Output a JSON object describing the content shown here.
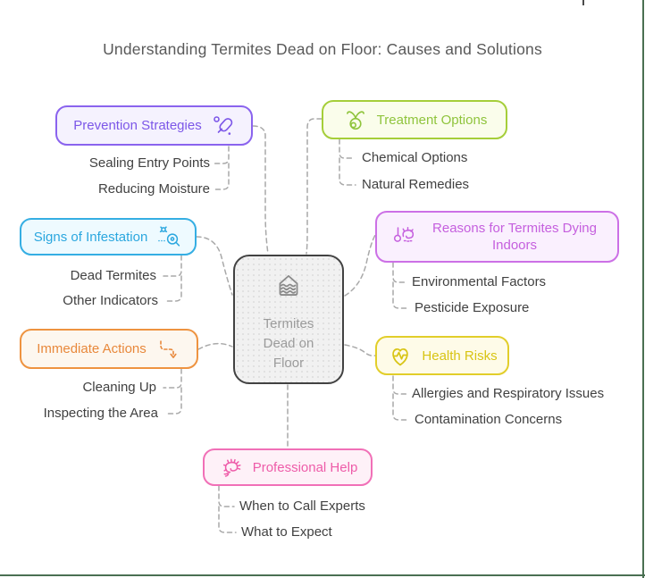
{
  "title": "Understanding Termites Dead on Floor: Causes and Solutions",
  "center": {
    "label": "Termites Dead on Floor",
    "icon": "flooded-house-icon",
    "border_color": "#424242",
    "text_color": "#9b9b9b"
  },
  "branches": [
    {
      "id": "prevention",
      "label": "Prevention Strategies",
      "icon": "sealant-roller-icon",
      "accent": "#8a63ee",
      "bg": "#f5f2fe",
      "children": [
        "Sealing Entry Points",
        "Reducing Moisture"
      ]
    },
    {
      "id": "treatment",
      "label": "Treatment Options",
      "icon": "bug-icon",
      "accent": "#a5ce39",
      "bg": "#fafdeb",
      "children": [
        "Chemical Options",
        "Natural Remedies"
      ]
    },
    {
      "id": "signs",
      "label": "Signs of Infestation",
      "icon": "bug-magnifier-icon",
      "accent": "#35aee3",
      "bg": "#eefaff",
      "children": [
        "Dead Termites",
        "Other Indicators"
      ]
    },
    {
      "id": "reasons",
      "label": "Reasons for Termites Dying Indoors",
      "icon": "dead-bug-icon",
      "accent": "#cc70e6",
      "bg": "#faf0fe",
      "children": [
        "Environmental Factors",
        "Pesticide Exposure"
      ]
    },
    {
      "id": "immediate",
      "label": "Immediate Actions",
      "icon": "dashed-arrow-down-icon",
      "accent": "#ee9340",
      "bg": "#fdf7ef",
      "children": [
        "Cleaning Up",
        "Inspecting the Area"
      ]
    },
    {
      "id": "health",
      "label": "Health Risks",
      "icon": "heart-pulse-icon",
      "accent": "#e2ce2a",
      "bg": "#fefbe8",
      "children": [
        "Allergies and Respiratory Issues",
        "Contamination Concerns"
      ]
    },
    {
      "id": "professional",
      "label": "Professional Help",
      "icon": "centipede-icon",
      "accent": "#f170b7",
      "bg": "#fef1f8",
      "children": [
        "When to Call Experts",
        "What to Expect"
      ]
    }
  ],
  "connector_color": "#a9a9a9",
  "frame_color": "#4a7052"
}
